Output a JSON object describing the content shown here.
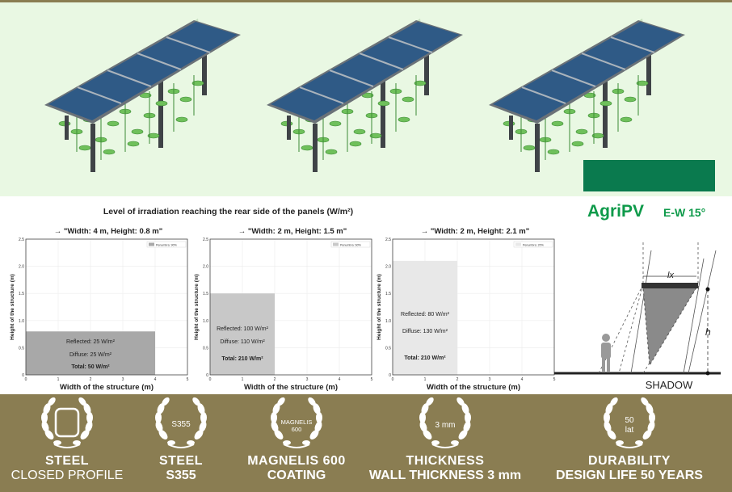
{
  "header": {
    "main_title": "Level of irradiation reaching the rear side of the panels (W/m²)",
    "brand": "AgriPV",
    "orientation": "E-W 15°"
  },
  "colors": {
    "hero_bg": "#e9f8e3",
    "brand_green": "#0e9a4a",
    "badge_green": "#0a7a4e",
    "footer_bg": "#8a7d52"
  },
  "chart_data": [
    {
      "type": "bar",
      "title": "→ \"Width: 4 m, Height: 0.8 m\"",
      "xlabel": "Width of the structure (m)",
      "ylabel": "Height of the structure (m)",
      "xlim": [
        0,
        5
      ],
      "ylim": [
        0,
        2.5
      ],
      "xticks": [
        "0",
        "1",
        "2",
        "3",
        "4",
        "5"
      ],
      "yticks": [
        "0",
        "0.5",
        "1.0",
        "1.5",
        "2.0",
        "2.5"
      ],
      "bar": {
        "width": 4,
        "height": 0.8,
        "color": "#a8a8a8"
      },
      "legend": "Penumbra: 90%",
      "legend_position": "top-right",
      "annotations": [
        "Reflected: 25 W/m²",
        "Diffuse: 25 W/m²",
        "Total: 50 W/m²"
      ]
    },
    {
      "type": "bar",
      "title": "→ \"Width: 2 m, Height: 1.5 m\"",
      "xlabel": "Width of the structure (m)",
      "ylabel": "Height of the structure (m)",
      "xlim": [
        0,
        5
      ],
      "ylim": [
        0,
        2.5
      ],
      "xticks": [
        "0",
        "1",
        "2",
        "3",
        "4",
        "5"
      ],
      "yticks": [
        "0",
        "0.5",
        "1.0",
        "1.5",
        "2.0",
        "2.5"
      ],
      "bar": {
        "width": 2,
        "height": 1.5,
        "color": "#c8c8c8"
      },
      "legend": "Penumbra: 60%",
      "legend_position": "top-right",
      "annotations": [
        "Reflected: 100 W/m²",
        "Diffuse: 110 W/m²",
        "Total: 210 W/m²"
      ]
    },
    {
      "type": "bar",
      "title": "→ \"Width: 2 m, Height: 2.1 m\"",
      "xlabel": "Width of the structure (m)",
      "ylabel": "Height of the structure (m)",
      "xlim": [
        0,
        5
      ],
      "ylim": [
        0,
        2.5
      ],
      "xticks": [
        "0",
        "1",
        "2",
        "3",
        "4",
        "5"
      ],
      "yticks": [
        "0",
        "0.5",
        "1.0",
        "1.5",
        "2.0",
        "2.5"
      ],
      "bar": {
        "width": 2,
        "height": 2.1,
        "color": "#e8e8e8"
      },
      "legend": "Penumbra: 20%",
      "legend_position": "top-right",
      "annotations": [
        "Reflected: 80 W/m²",
        "Diffuse: 130 W/m²",
        "Total: 210 W/m²"
      ]
    }
  ],
  "diagram": {
    "width_label": "lx",
    "height_label": "h",
    "shadow_label": "SHADOW"
  },
  "features": [
    {
      "badge": "",
      "title": "STEEL",
      "subtitle": "CLOSED PROFILE",
      "subtitle_bold": false
    },
    {
      "badge": "S355",
      "title": "STEEL",
      "subtitle": "S355",
      "subtitle_bold": true
    },
    {
      "badge": "MAGNELIS 600",
      "title": "MAGNELIS 600",
      "subtitle": "COATING",
      "subtitle_bold": true
    },
    {
      "badge": "3 mm",
      "title": "THICKNESS",
      "subtitle": "WALL THICKNESS 3 mm",
      "subtitle_bold": true
    },
    {
      "badge": "50 lat",
      "title": "DURABILITY",
      "subtitle": "DESIGN LIFE 50 YEARS",
      "subtitle_bold": true
    }
  ]
}
